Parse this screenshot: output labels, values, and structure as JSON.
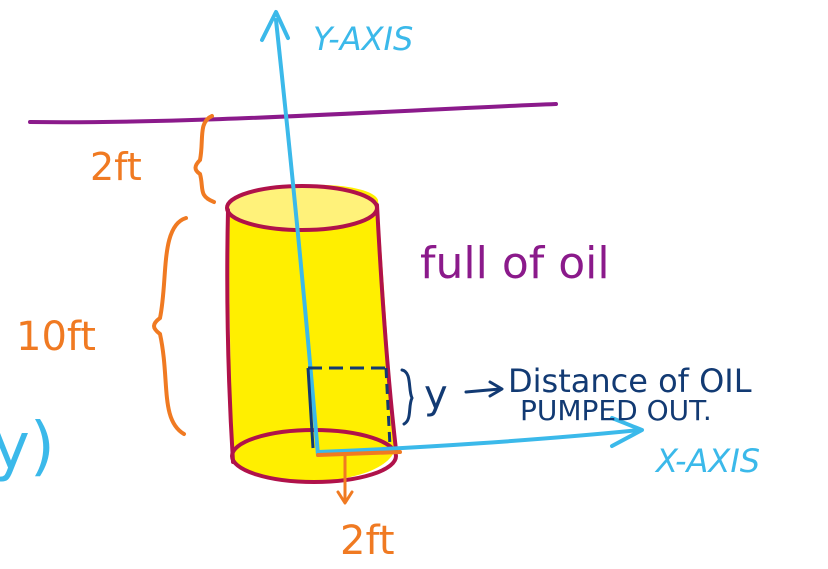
{
  "diagram": {
    "y_axis_label": "Y-AXIS",
    "x_axis_label": "X-AXIS",
    "top_gap_label": "2ft",
    "height_label": "10ft",
    "radius_label": "2ft",
    "contents_label": "full of oil",
    "y_var_label": "y",
    "distance_label_line1": "Distance of OIL",
    "distance_label_line2": "PUMPED OUT.",
    "partial_left_label": "y)",
    "colors": {
      "axis": "#3bb9ea",
      "ground_line": "#8b1a8b",
      "tank_outline": "#b0124a",
      "oil_fill": "#ffef00",
      "dimension": "#f07a22",
      "annotation": "#123a73"
    }
  }
}
